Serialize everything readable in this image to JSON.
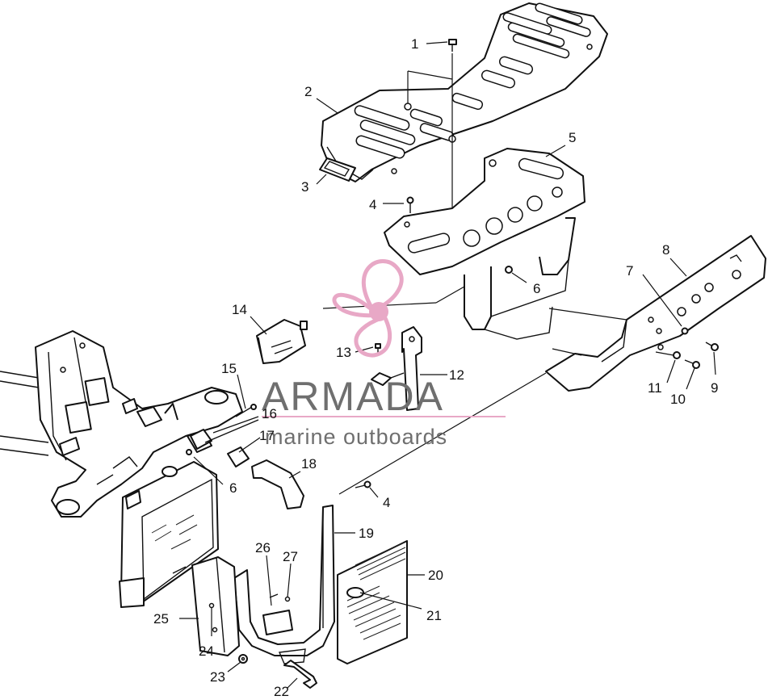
{
  "diagram": {
    "part_numbers": [
      "1",
      "2",
      "3",
      "4",
      "5",
      "6",
      "7",
      "8",
      "9",
      "10",
      "11",
      "12",
      "13",
      "14",
      "15",
      "16",
      "17",
      "18",
      "19",
      "20",
      "21",
      "22",
      "23",
      "24",
      "25",
      "26",
      "27",
      "4",
      "6"
    ]
  },
  "watermark": {
    "brand": "ARMADA",
    "tagline": "marine outboards",
    "accent_color": "#e8a8c6",
    "text_color": "#6f6f6f"
  }
}
